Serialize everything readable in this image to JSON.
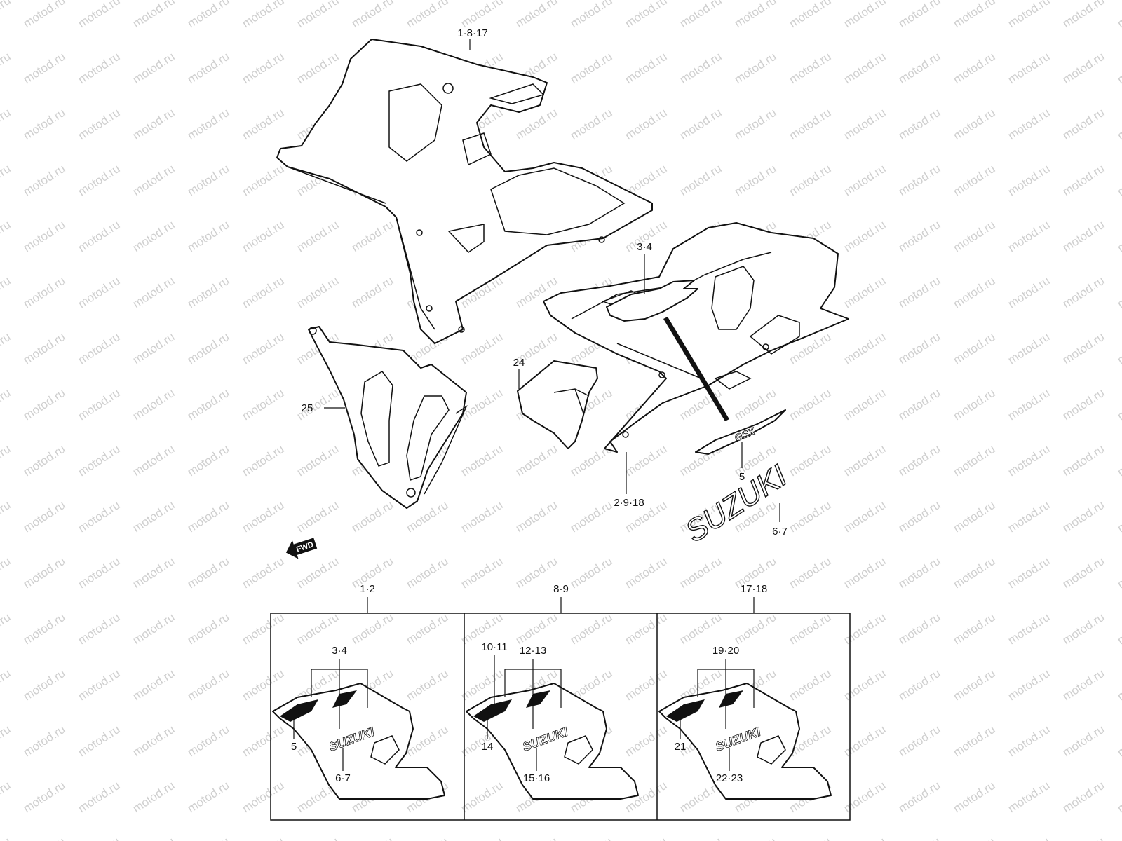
{
  "watermark": "motod.ru",
  "callouts": {
    "upper_fairing": "1·8·17",
    "lower_fairing": "2·9·18",
    "stripe_decal": "3·4",
    "inner_panel": "24",
    "side_cover": "25",
    "gsx_emblem": "5",
    "suzuki_emblem": "6·7",
    "suzuki_text": "SUZUKI",
    "gsx_text": "GSX",
    "fwd": "FWD"
  },
  "variants": [
    {
      "header": "1·2",
      "top_label": "3·4",
      "left_label": "5",
      "bottom_label": "6·7",
      "logo": "SUZUKI"
    },
    {
      "header": "8·9",
      "top_left_label": "10·11",
      "top_label": "12·13",
      "left_label": "14",
      "bottom_label": "15·16",
      "logo": "SUZUKI"
    },
    {
      "header": "17·18",
      "top_label": "19·20",
      "left_label": "21",
      "bottom_label": "22·23",
      "logo": "SUZUKI"
    }
  ]
}
